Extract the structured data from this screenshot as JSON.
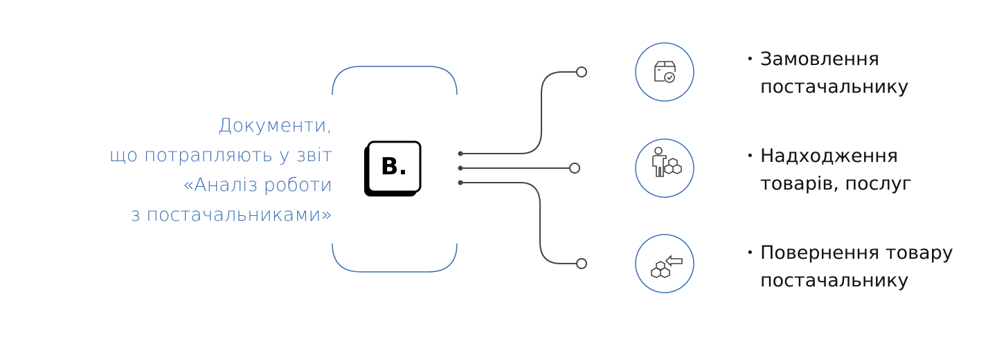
{
  "left_text": [
    "Документи,",
    "що потрапляють у звіт",
    "«Аналіз роботи",
    "з постачальниками»"
  ],
  "logo": "B.",
  "items": [
    {
      "icon": "box-check-icon",
      "lines": [
        "Замовлення",
        "постачальнику"
      ]
    },
    {
      "icon": "person-boxes-icon",
      "lines": [
        "Надходження",
        "товарів, послуг"
      ]
    },
    {
      "icon": "boxes-return-icon",
      "lines": [
        "Повернення товару",
        "постачальнику"
      ]
    }
  ],
  "colors": {
    "accent": "#3a6cb5",
    "line": "#444444"
  }
}
